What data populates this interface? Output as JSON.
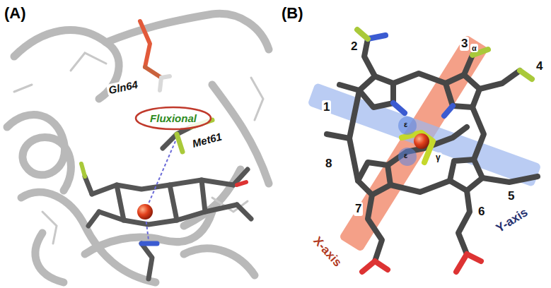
{
  "diagram": {
    "nodes": [
      {
        "text": [
          "Fluxional"
        ]
      }
    ],
    "labels": [
      "(A)",
      "(B)",
      "Gln64",
      "Met61",
      "1",
      "2",
      "3",
      "α",
      "4",
      "ε",
      "ε",
      "γ",
      "8",
      "7",
      "6",
      "5",
      "X-axis",
      "Y-axis"
    ]
  }
}
